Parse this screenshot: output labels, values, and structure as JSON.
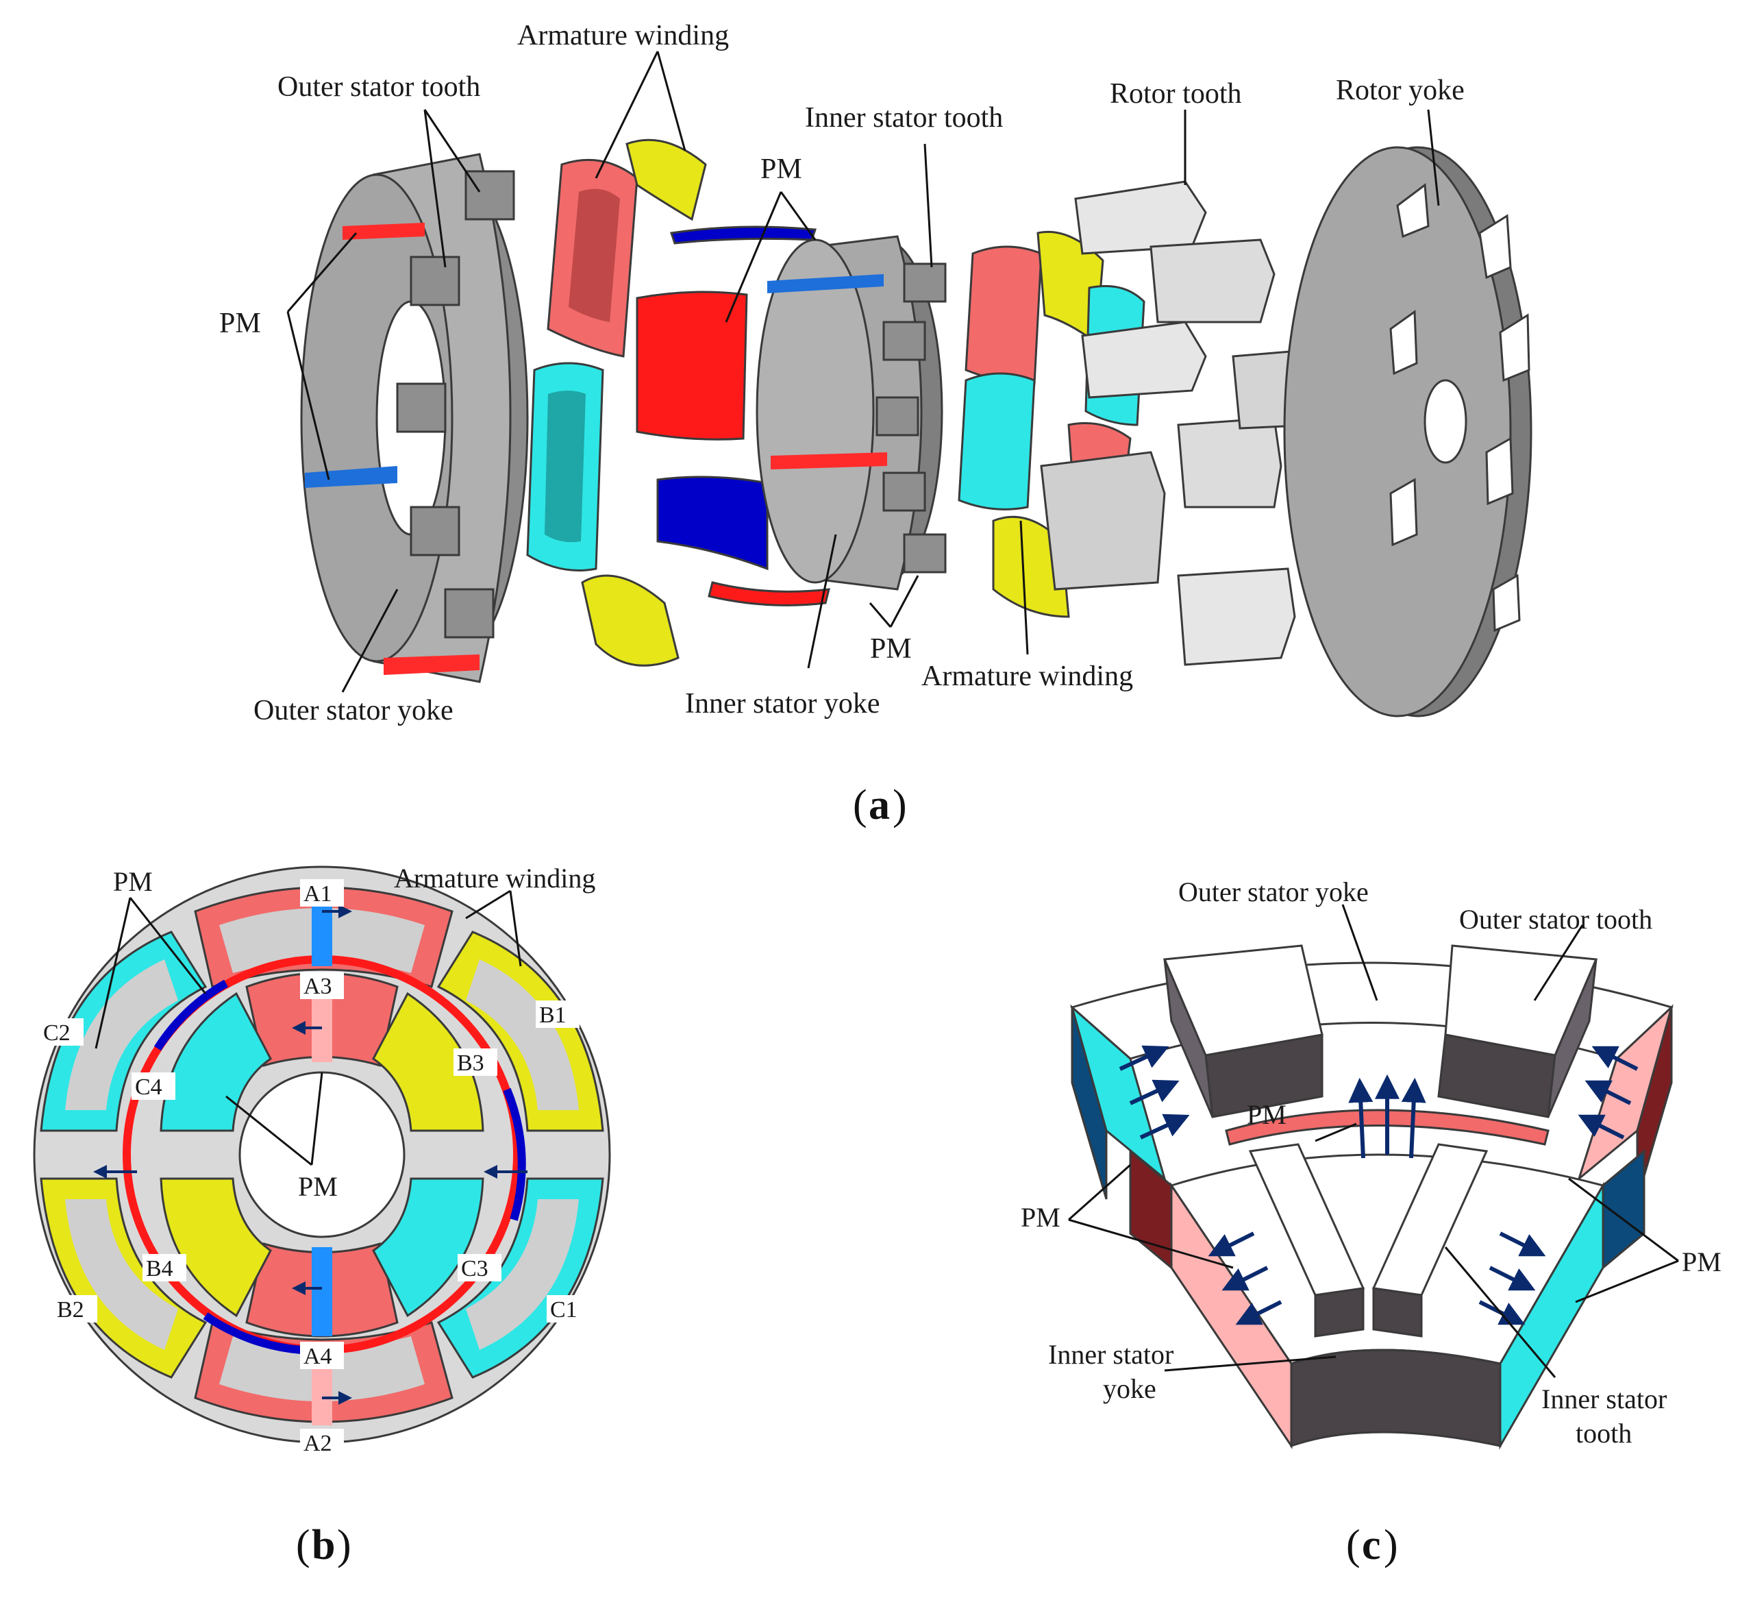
{
  "panel_a": {
    "caption": "a",
    "labels": {
      "armature_winding_top": "Armature winding",
      "outer_stator_tooth": "Outer stator tooth",
      "pm_top": "PM",
      "inner_stator_tooth": "Inner stator tooth",
      "rotor_tooth": "Rotor tooth",
      "rotor_yoke": "Rotor yoke",
      "pm_left": "PM",
      "pm_bottom": "PM",
      "armature_winding_bottom": "Armature winding",
      "outer_stator_yoke": "Outer stator yoke",
      "inner_stator_yoke": "Inner stator yoke"
    }
  },
  "panel_b": {
    "caption": "b",
    "labels": {
      "pm_top": "PM",
      "armature_winding": "Armature winding",
      "pm_center": "PM"
    },
    "coil_tags": [
      "A1",
      "A2",
      "A3",
      "A4",
      "B1",
      "B2",
      "B3",
      "B4",
      "C1",
      "C2",
      "C3",
      "C4"
    ]
  },
  "panel_c": {
    "caption": "c",
    "labels": {
      "outer_stator_yoke": "Outer stator yoke",
      "outer_stator_tooth": "Outer stator tooth",
      "pm_center": "PM",
      "pm_left": "PM",
      "pm_right": "PM",
      "inner_stator_yoke_1": "Inner stator",
      "inner_stator_yoke_2": "yoke",
      "inner_stator_tooth_1": "Inner stator",
      "inner_stator_tooth_2": "tooth"
    }
  },
  "colors": {
    "red_pm": "#ff1a1a",
    "blue_pm": "#0000c8",
    "coil_red": "#f26a6a",
    "coil_cyan": "#2ee6e6",
    "coil_yellow": "#e6e619",
    "steel": "#a8a8a8",
    "arrow": "#0b2a6e"
  }
}
